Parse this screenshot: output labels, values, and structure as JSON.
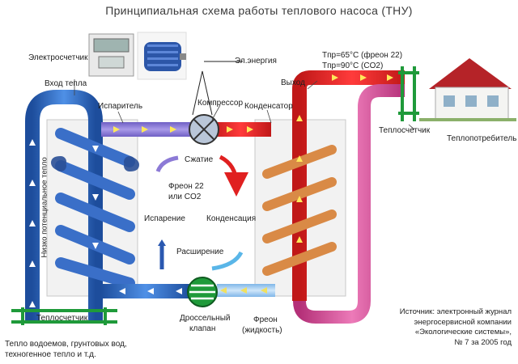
{
  "title": "Принципиальная схема работы теплового насоса (ТНУ)",
  "labels": {
    "meter_electric": "Электросчетчик",
    "power": "Эл.энергия",
    "heat_in": "Вход тепла",
    "evaporator": "Испаритель",
    "compressor": "Компрессор",
    "condenser": "Конденсатор",
    "outlet": "Выход",
    "temp1": "Tпр=65°C (фреон 22)",
    "temp2": "Tпр=90°C (CO2)",
    "heat_meter_right": "Теплосчетчик",
    "heat_consumer": "Теплопотребитель",
    "compression": "Сжатие",
    "freon1": "Фреон 22",
    "freon2": "или CO2",
    "evaporation": "Испарение",
    "condensation": "Конденсация",
    "expansion": "Расширение",
    "low_heat": "Низко потенциальное тепло",
    "heat_meter_left": "Теплосчетчик",
    "valve1": "Дроссельный",
    "valve2": "клапан",
    "freon_liquid1": "Фреон",
    "freon_liquid2": "(жидкость)",
    "bottom1": "Тепло водоемов, грунтовых вод,",
    "bottom2": "техногенное тепло и т.д.",
    "source1": "Источник: электронный журнал",
    "source2": "энергосервисной компании",
    "source3": "«Экологические системы»,",
    "source4": "№ 7 за 2005 год"
  },
  "colors": {
    "blue_pipe": "#2f6fd0",
    "blue_dark": "#1d4d9c",
    "violet_pipe": "#8c7ad6",
    "red_pipe": "#e8242a",
    "pink_pipe": "#d6478e",
    "light_blue_pipe": "#a8d2f0",
    "green": "#1f9a3a",
    "compression_arrow": "#e02020",
    "cycle_arrow_blue": "#2a58b0"
  }
}
